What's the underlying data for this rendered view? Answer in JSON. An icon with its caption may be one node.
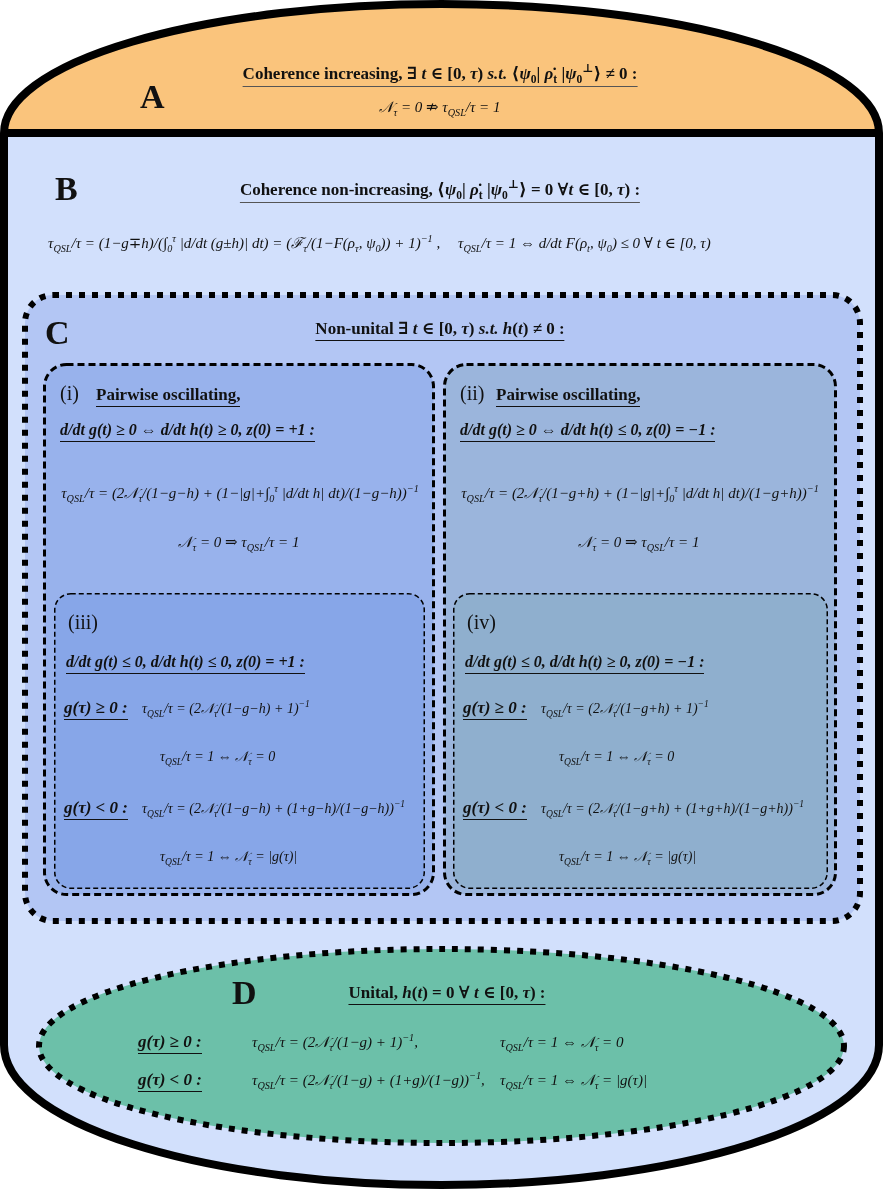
{
  "diagram": {
    "nodes": [
      {
        "text": [
          "A",
          "Coherence increasing, ∃ *t* ∈ [0, *τ*) *s.t.* ⟨*ψ*$_{0}$| *ρ̇*$_{t}$ |*ψ*$_{0}$$^{⊥}$⟩ ≠ 0 :",
          "𝒩$_{τ}$ = 0 ⇏ τ$_{QSL}$/τ = 1"
        ]
      },
      {
        "text": [
          "B",
          "Coherence non-increasing, ⟨*ψ*$_{0}$| *ρ̇*$_{t}$ |*ψ*$_{0}$$^{⊥}$⟩ = 0 ∀*t* ∈ [0, *τ*) :",
          "τ$_{QSL}$/τ = (1−g∓h)/(∫$_{0}$$^{τ}$ |d/dt (g±h)| dt) = (ℱ$_{τ}$/(1−F(ρ$_{τ}$, ψ$_{0}$)) + 1)$^{−1}$ ,",
          "τ$_{QSL}$/τ = 1 ⇔ d/dt F(ρ$_{t}$, ψ$_{0}$) ≤ 0 ∀ t ∈ [0, τ)"
        ]
      },
      {
        "text": [
          "C",
          "Non-unital ∃ *t* ∈ [0, *τ*) *s.t.* *h*(*t*) ≠ 0 :"
        ],
        "in": 1
      },
      {
        "text": [
          "(i)",
          "Pairwise oscillating,",
          "d/dt g(t) ≥ 0 ⇔ d/dt h(t) ≥ 0, z(0) = +1 :",
          "τ$_{QSL}$/τ = (2𝒩$_{τ}$/(1−g−h) + (1−|g|+∫$_{0}$$^{τ}$ |d/dt h| dt)/(1−g−h))$^{−1}$",
          "𝒩$_{τ}$ = 0 ⇒ τ$_{QSL}$/τ = 1"
        ],
        "in": 2
      },
      {
        "text": [
          "(ii)",
          "Pairwise oscillating,",
          "d/dt g(t) ≥ 0 ⇔ d/dt h(t) ≤ 0, z(0) = −1 :",
          "τ$_{QSL}$/τ = (2𝒩$_{τ}$/(1−g+h) + (1−|g|+∫$_{0}$$^{τ}$ |d/dt h| dt)/(1−g+h))$^{−1}$",
          "𝒩$_{τ}$ = 0 ⇒ τ$_{QSL}$/τ = 1"
        ],
        "in": 2
      },
      {
        "text": [
          "(iii)",
          "d/dt g(t) ≤ 0, d/dt h(t) ≤ 0, z(0) = +1 :",
          "g(τ) ≥ 0 :",
          "τ$_{QSL}$/τ = (2𝒩$_{τ}$/(1−g−h) + 1)$^{−1}$",
          "τ$_{QSL}$/τ = 1 ⇔ 𝒩$_{τ}$ = 0",
          "g(τ) < 0 :",
          "τ$_{QSL}$/τ = (2𝒩$_{τ}$/(1−g−h) + (1+g−h)/(1−g−h))$^{−1}$",
          "τ$_{QSL}$/τ = 1 ⇔ 𝒩$_{τ}$ = |g(τ)|"
        ],
        "in": 3
      },
      {
        "text": [
          "(iv)",
          "d/dt g(t) ≤ 0, d/dt h(t) ≥ 0, z(0) = −1 :",
          "g(τ) ≥ 0 :",
          "τ$_{QSL}$/τ = (2𝒩$_{τ}$/(1−g+h) + 1)$^{−1}$",
          "τ$_{QSL}$/τ = 1 ⇔ 𝒩$_{τ}$ = 0",
          "g(τ) < 0 :",
          "τ$_{QSL}$/τ = (2𝒩$_{τ}$/(1−g+h) + (1+g+h)/(1−g+h))$^{−1}$",
          "τ$_{QSL}$/τ = 1 ⇔ 𝒩$_{τ}$ = |g(τ)|"
        ],
        "in": 4
      },
      {
        "text": [
          "D",
          "Unital, *h*(*t*) = 0 ∀ *t* ∈ [0, *τ*) :",
          "g(τ) ≥ 0 :",
          "τ$_{QSL}$/τ = (2𝒩$_{τ}$/(1−g) + 1)$^{−1}$,",
          "τ$_{QSL}$/τ = 1 ⇔ 𝒩$_{τ}$ = 0",
          "g(τ) < 0 :",
          "τ$_{QSL}$/τ = (2𝒩$_{τ}$/(1−g) + (1+g)/(1−g))$^{−1}$,",
          "τ$_{QSL}$/τ = 1 ⇔ 𝒩$_{τ}$ = |g(τ)|"
        ],
        "in": 1
      }
    ]
  }
}
